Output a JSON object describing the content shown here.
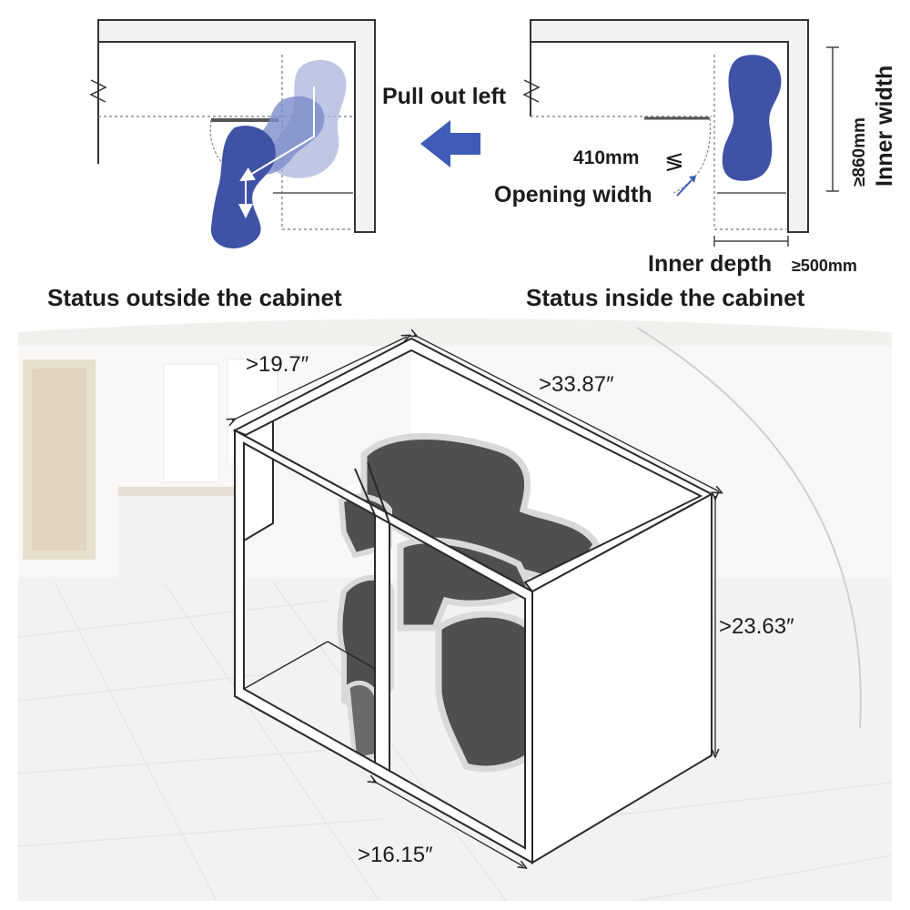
{
  "top_left_panel": {
    "action_label": "Pull out left",
    "caption": "Status outside the cabinet"
  },
  "top_right_panel": {
    "opening_value": "410mm",
    "opening_label": "Opening width",
    "inner_width_value": "≥860mm",
    "inner_width_label": "Inner width",
    "inner_depth_label": "Inner depth",
    "inner_depth_value": "≥500mm",
    "caption": "Status inside the cabinet"
  },
  "cabinet_dimensions": {
    "depth": ">19.7″",
    "width": ">33.87″",
    "height": ">23.63″",
    "opening": ">16.15″"
  },
  "colors": {
    "basket_blue": "#3f52a5",
    "basket_blue_faded": "#a9b4dc",
    "arrow_blue": "#3e5cb8",
    "tray_gray": "#4f4f52",
    "line": "#2a2a2a"
  }
}
